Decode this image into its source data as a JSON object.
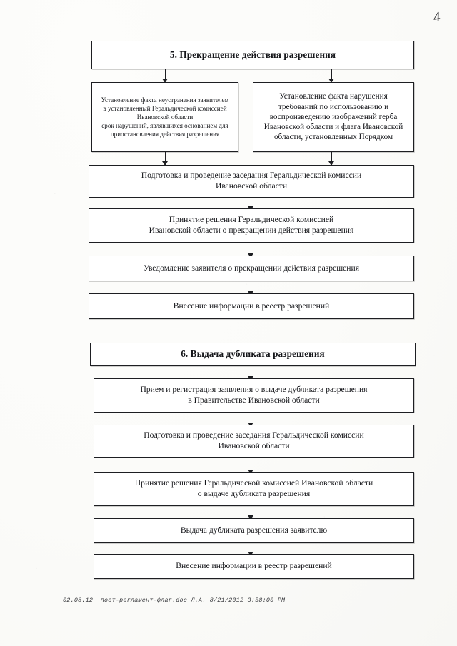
{
  "document": {
    "page_number": "4",
    "footer": "02.08.12  пост-регламент-флаг.doc Л.А. 8/21/2012 3:58:00 PM"
  },
  "sections": [
    {
      "id": "section-5",
      "title": "5. Прекращение действия разрешения",
      "branch_left": "Установление факта неустранения заявителем\nв установленный Геральдической комиссией Ивановской области\nсрок нарушений, являвшихся основанием для приостановления действия разрешения",
      "branch_right": "Установление факта нарушения требований по использованию и воспроизведению изображений герба Ивановской области и флага Ивановской области, установленных Порядком",
      "steps": [
        "Подготовка и проведение заседания Геральдической комиссии\nИвановской области",
        "Принятие решения Геральдической комиссией\nИвановской области о прекращении действия разрешения",
        "Уведомление заявителя о прекращении действия разрешения",
        "Внесение информации в реестр разрешений"
      ]
    },
    {
      "id": "section-6",
      "title": "6. Выдача дубликата разрешения",
      "steps": [
        "Прием и регистрация заявления о выдаче дубликата разрешения\nв Правительстве Ивановской области",
        "Подготовка и проведение заседания Геральдической комиссии\nИвановской области",
        "Принятие решения Геральдической комиссией Ивановской области\nо выдаче дубликата разрешения",
        "Выдача дубликата разрешения заявителю",
        "Внесение информации в реестр разрешений"
      ]
    }
  ]
}
